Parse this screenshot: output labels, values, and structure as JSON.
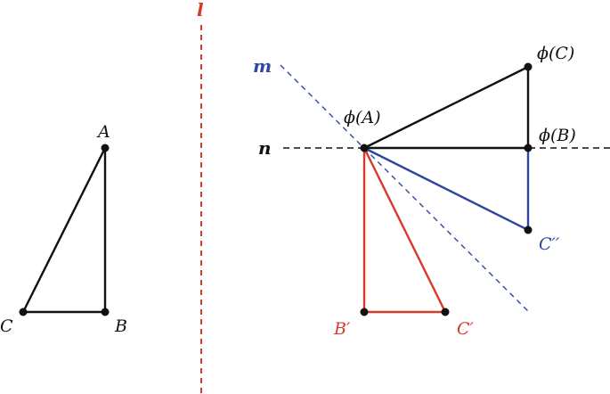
{
  "colors": {
    "black": "#111111",
    "red": "#d63a2a",
    "blue": "#2f47a3"
  },
  "lines": {
    "l": "l",
    "m": "m",
    "n": "n"
  },
  "points": {
    "A": "A",
    "B": "B",
    "C": "C",
    "B_prime": "B′",
    "C_prime": "C′",
    "C_double_prime": "C′′",
    "phi_A": "ϕ(A)",
    "phi_B": "ϕ(B)",
    "phi_C": "ϕ(C)"
  }
}
